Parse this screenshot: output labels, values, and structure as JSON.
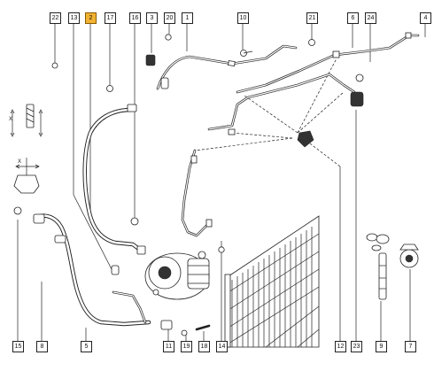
{
  "diagram": {
    "callouts": {
      "c22": "22",
      "c2": "2",
      "c13": "13",
      "c17": "17",
      "c16": "16",
      "c3": "3",
      "c20": "20",
      "c1": "1",
      "c10": "10",
      "c21": "21",
      "c6": "6",
      "c24": "24",
      "c4": "4",
      "c15": "15",
      "c8": "8",
      "c5": "5",
      "c11": "11",
      "c19": "19",
      "c18": "18",
      "c14": "14",
      "c12": "12",
      "c23": "23",
      "c9": "9",
      "c7": "7"
    },
    "highlight_color": "#f2b233",
    "torque_symbol": "X",
    "torque_symbol_2": "X"
  }
}
